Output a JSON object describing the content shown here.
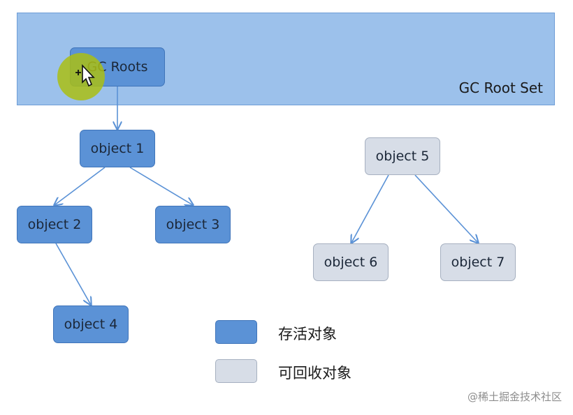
{
  "root_set": {
    "label": "GC Root Set"
  },
  "gc_roots": {
    "label": "GC Roots"
  },
  "nodes": {
    "object1": {
      "label": "object 1"
    },
    "object2": {
      "label": "object 2"
    },
    "object3": {
      "label": "object 3"
    },
    "object4": {
      "label": "object 4"
    },
    "object5": {
      "label": "object 5"
    },
    "object6": {
      "label": "object 6"
    },
    "object7": {
      "label": "object 7"
    }
  },
  "edges": [
    [
      "gc_roots",
      "object1"
    ],
    [
      "object1",
      "object2"
    ],
    [
      "object1",
      "object3"
    ],
    [
      "object2",
      "object4"
    ],
    [
      "object5",
      "object6"
    ],
    [
      "object5",
      "object7"
    ]
  ],
  "legend": {
    "live_label": "存活对象",
    "collectable_label": "可回收对象"
  },
  "colors": {
    "live": "#5b92d6",
    "collectable": "#d7dde7",
    "root_set": "#9cc1eb",
    "edge": "#5b92d6"
  },
  "watermark": "@稀土掘金技术社区"
}
